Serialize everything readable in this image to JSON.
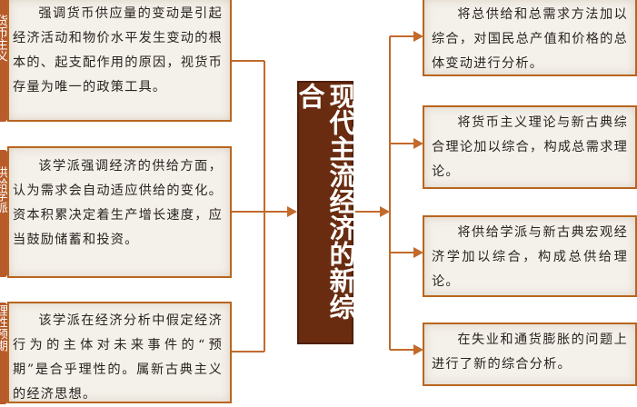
{
  "center_title": "现代主流经济的新综合",
  "left_boxes": [
    {
      "tab": "货币主义",
      "text": "强调货币供应量的变动是引起经济活动和物价水平发生变动的根本的、起支配作用的原因，视货币存量为唯一的政策工具。"
    },
    {
      "tab": "供给学派",
      "text": "该学派强调经济的供给方面，认为需求会自动适应供给的变化。资本积累决定着生产增长速度，应当鼓励储蓄和投资。"
    },
    {
      "tab": "理性预期",
      "text": "该学派在经济分析中假定经济行为的主体对未来事件的“预期”是合乎理性的。属新古典主义的经济思想。"
    }
  ],
  "right_boxes": [
    {
      "text": "将总供给和总需求方法加以综合，对国民总产值和价格的总体变动进行分析。"
    },
    {
      "text": "将货币主义理论与新古典综合理论加以综合，构成总需求理论。"
    },
    {
      "text": "将供给学派与新古典宏观经济学加以综合，构成总供给理论。"
    },
    {
      "text": "在失业和通货膨胀的问题上进行了新的综合分析。"
    }
  ],
  "colors": {
    "box_border": "#b8651e",
    "box_fill": "#f4f0ea",
    "connector": "#c26a2c",
    "center_fill": "#6a2c10",
    "tab_fill": "#b85a2a"
  }
}
